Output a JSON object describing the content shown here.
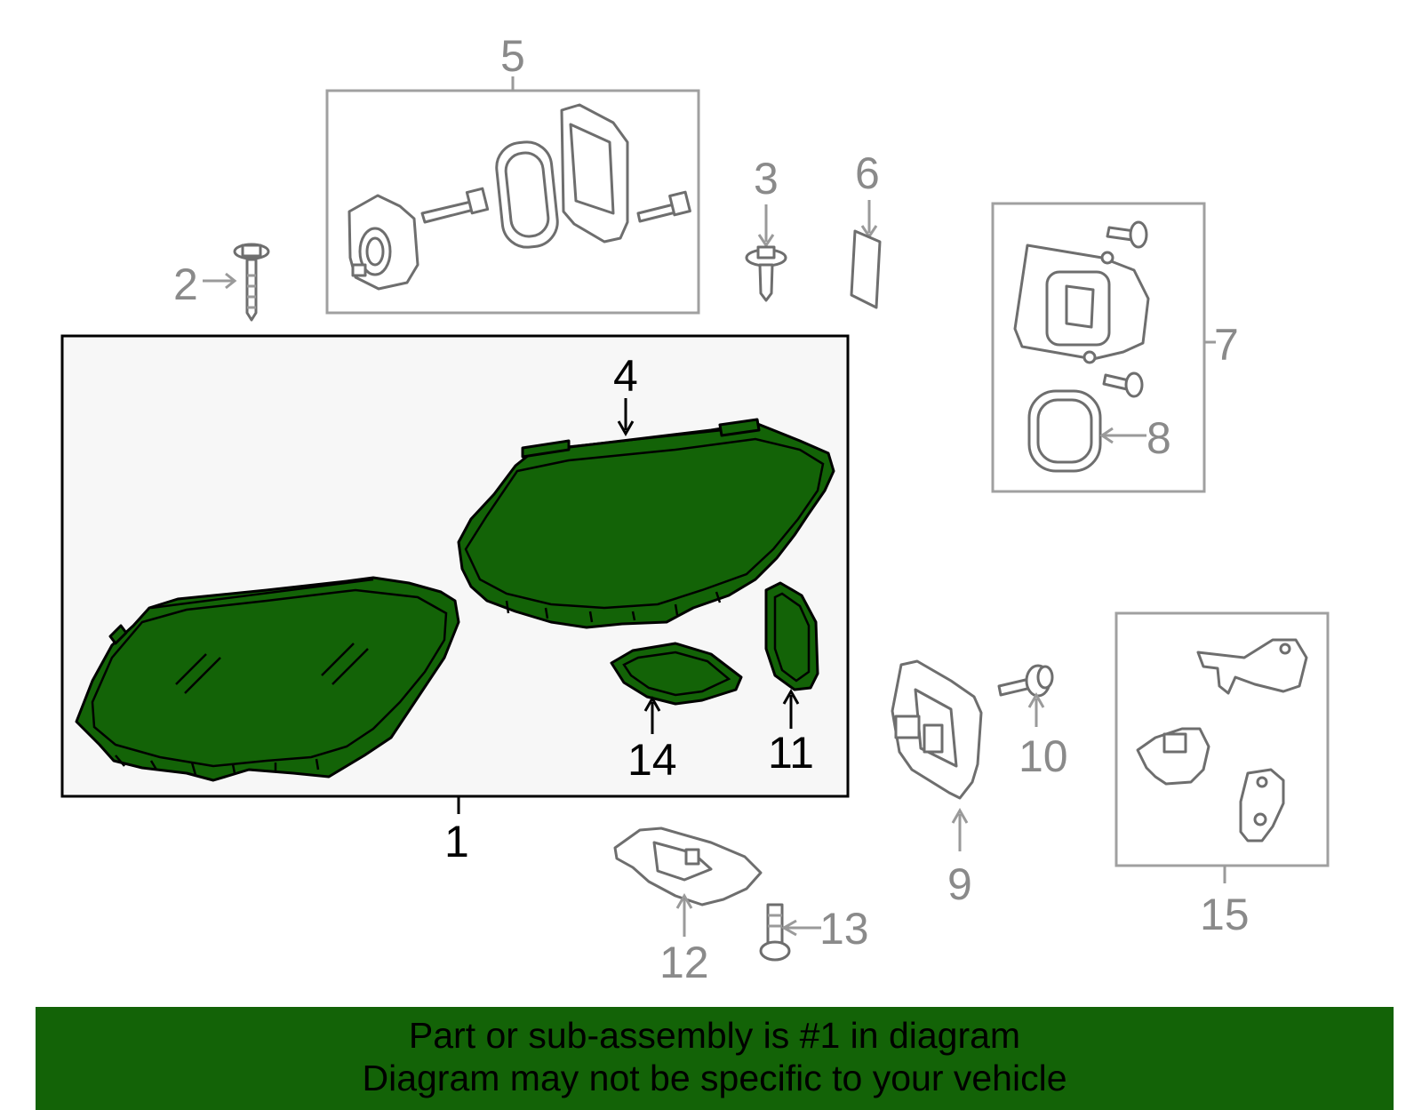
{
  "callouts": {
    "c1": "1",
    "c2": "2",
    "c3": "3",
    "c4": "4",
    "c5": "5",
    "c6": "6",
    "c7": "7",
    "c8": "8",
    "c9": "9",
    "c10": "10",
    "c11": "11",
    "c12": "12",
    "c13": "13",
    "c14": "14",
    "c15": "15"
  },
  "footer": {
    "line1": "Part or sub-assembly is #1 in diagram",
    "line2": "Diagram may not be specific to your vehicle"
  },
  "colors": {
    "highlight_green": "#136307",
    "part_gray": "#8a8a8a",
    "assembly_box_bg": "#f7f7f7"
  },
  "icons": {
    "bolt": "bolt-icon",
    "screw": "screw-icon",
    "gasket": "gasket-icon",
    "module": "module-icon",
    "bracket": "bracket-icon"
  }
}
